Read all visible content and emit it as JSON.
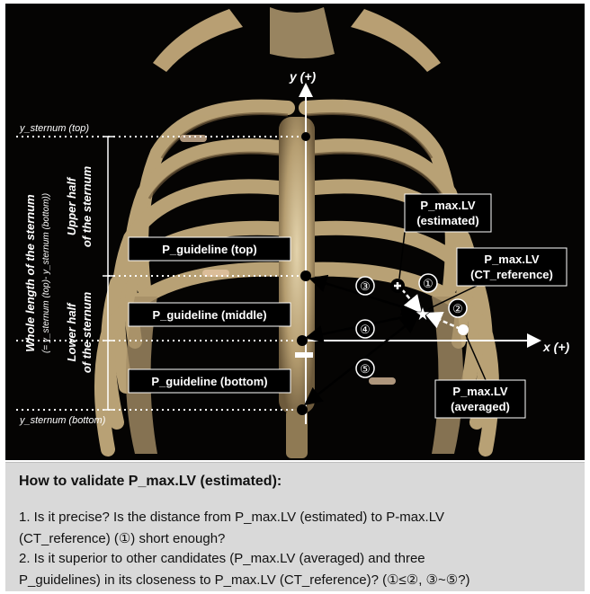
{
  "axes": {
    "y_label": "y (+)",
    "x_label": "x (+)"
  },
  "sternum": {
    "top_label": "y_sternum (top)",
    "bottom_label": "y_sternum (bottom)",
    "whole_length_label": "Whole length of the sternum",
    "whole_length_formula": "(= y_sternum (top)- y_sternum (bottom))",
    "upper_half_line1": "Upper half",
    "upper_half_line2": "of the sternum",
    "lower_half_line1": "Lower half",
    "lower_half_line2": "of the sternum"
  },
  "guidelines": {
    "top": "P_guideline (top)",
    "middle": "P_guideline (middle)",
    "bottom": "P_guideline (bottom)"
  },
  "points": {
    "estimated_line1": "P_max.LV",
    "estimated_line2": "(estimated)",
    "ct_line1": "P_max.LV",
    "ct_line2": "(CT_reference)",
    "averaged_line1": "P_max.LV",
    "averaged_line2": "(averaged)"
  },
  "markers": [
    "①",
    "②",
    "③",
    "④",
    "⑤"
  ],
  "panel": {
    "title": "How to validate P_max.LV (estimated):",
    "line1": "1. Is it precise? Is the distance from P_max.LV (estimated) to P-max.LV",
    "line2": "(CT_reference) (①) short enough?",
    "line3": "2. Is it superior to other candidates (P_max.LV (averaged) and three",
    "line4": "P_guidelines) in its closeness to P_max.LV (CT_reference)? (①≤②, ③~⑤?)"
  },
  "colors": {
    "background": "#000000",
    "bone": "#c9b48a",
    "label_box": "#000000",
    "panel": "#d9d9d9"
  }
}
